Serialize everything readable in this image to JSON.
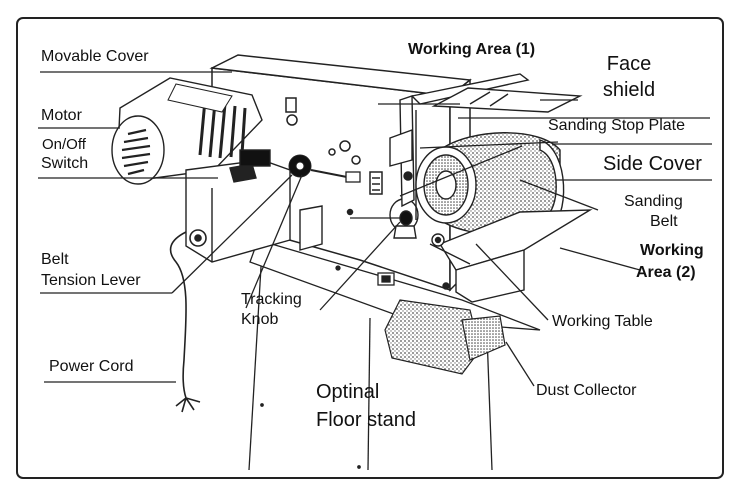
{
  "labels": {
    "movable_cover": "Movable Cover",
    "working_area_1": "Working Area (1)",
    "face_shield_1": "Face",
    "face_shield_2": "shield",
    "motor": "Motor",
    "on_off_1": "On/Off",
    "on_off_2": "Switch",
    "sanding_stop_plate": "Sanding Stop Plate",
    "side_cover": "Side Cover",
    "sanding_belt_1": "Sanding",
    "sanding_belt_2": "Belt",
    "belt_tension_1": "Belt",
    "belt_tension_2": "Tension Lever",
    "working_area_2_1": "Working",
    "working_area_2_2": "Area (2)",
    "tracking_knob_1": "Tracking",
    "tracking_knob_2": "Knob",
    "working_table": "Working Table",
    "power_cord": "Power Cord",
    "optional_floor_stand_1": "Optinal",
    "optional_floor_stand_2": "Floor stand",
    "dust_collector": "Dust Collector"
  }
}
